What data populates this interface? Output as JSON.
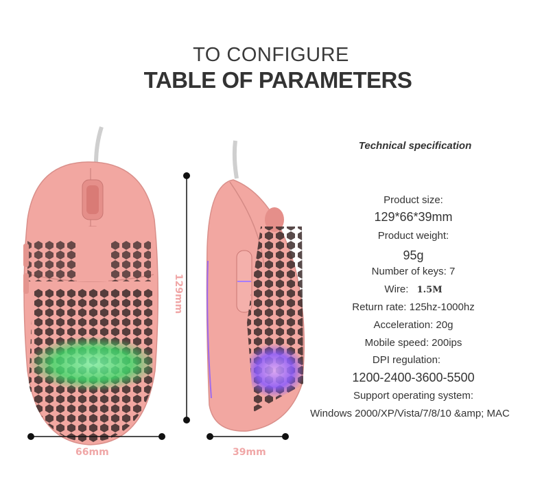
{
  "header": {
    "line1": "TO CONFIGURE",
    "line2": "TABLE OF PARAMETERS"
  },
  "spec": {
    "title": "Technical specification",
    "product_size_label": "Product size:",
    "product_size_value": "129*66*39mm",
    "product_weight_label": "Product weight:",
    "product_weight_value": "95g",
    "keys": "Number of keys: 7",
    "wire_label": "Wire:",
    "wire_value": "1.5M",
    "return_rate": "Return rate: 125hz-1000hz",
    "acceleration": "Acceleration: 20g",
    "mobile_speed": "Mobile speed: 200ips",
    "dpi_label": "DPI regulation:",
    "dpi_value": "1200-2400-3600-5500",
    "os_label": "Support operating system:",
    "os_value": "Windows 2000/XP/Vista/7/8/10 &amp; MAC"
  },
  "dimensions": {
    "length": "129mm",
    "width": "66mm",
    "height": "39mm"
  },
  "colors": {
    "mouse_body": "#f2a7a1",
    "dimension_text": "#f0a7a7",
    "rgb_green": "#4cff7a",
    "rgb_purple": "#8a5cff"
  }
}
